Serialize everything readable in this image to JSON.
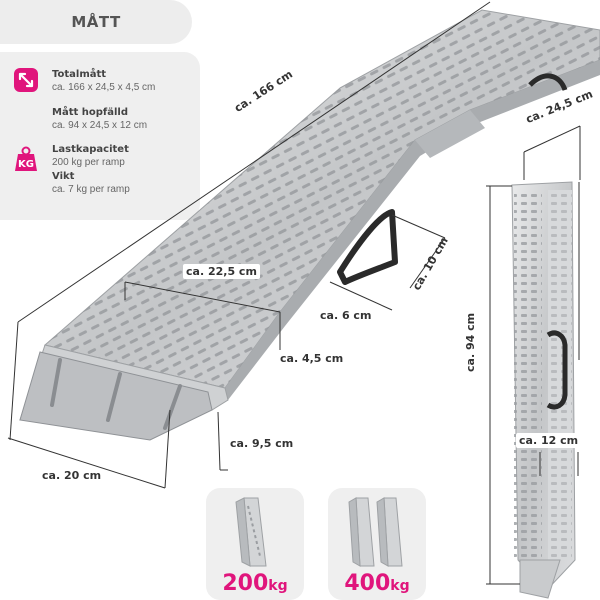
{
  "title": "MÅTT",
  "specs": {
    "total_title": "Totalmått",
    "total_value": "ca. 166 x 24,5 x 4,5 cm",
    "folded_title": "Mått hopfälld",
    "folded_value": "ca. 94 x 24,5 x 12 cm",
    "capacity_title": "Lastkapacitet",
    "capacity_value": "200 kg per ramp",
    "weight_title": "Vikt",
    "weight_value": "ca. 7 kg per ramp",
    "kg_icon_text": "KG"
  },
  "dimensions": {
    "length": "ca. 166 cm",
    "inner_width": "ca. 22,5 cm",
    "handle_height": "ca. 10 cm",
    "handle_gap": "ca. 6 cm",
    "thickness": "ca. 4,5 cm",
    "lip_length": "ca. 9,5 cm",
    "base_width": "ca. 20 cm",
    "folded_width": "ca. 24,5 cm",
    "folded_length": "ca. 94 cm",
    "folded_depth": "ca. 12 cm"
  },
  "load": [
    {
      "number": "200",
      "unit": "kg"
    },
    {
      "number": "400",
      "unit": "kg"
    }
  ],
  "colors": {
    "accent": "#e0157c",
    "panel": "#efefef",
    "metal": "#c9cbcd"
  }
}
